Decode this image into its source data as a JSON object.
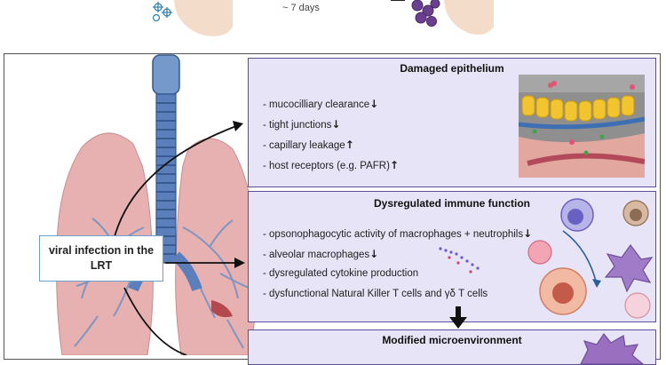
{
  "top": {
    "duration_label": "~ 7 days"
  },
  "center_label": "viral infection in the LRT",
  "panels": {
    "damaged_epithelium": {
      "title": "Damaged epithelium",
      "items": [
        {
          "text": "- mucocilliary clearance",
          "arrow": "↓"
        },
        {
          "text": "- tight junctions",
          "arrow": "↓"
        },
        {
          "text": "- capillary leakage",
          "arrow": "↑"
        },
        {
          "text": "- host receptors (e.g. PAFR)",
          "arrow": "↑"
        }
      ]
    },
    "dysregulated_immune": {
      "title": "Dysregulated immune function",
      "items": [
        {
          "text": "- opsonophagocytic activity of macrophages + neutrophils",
          "arrow": "↓"
        },
        {
          "text": "- alveolar macrophages",
          "arrow": "↓"
        },
        {
          "text": "- dysregulated cytokine production",
          "arrow": ""
        },
        {
          "text": "- dysfunctional Natural Killer T cells and γδ T cells",
          "arrow": ""
        }
      ]
    },
    "modified_microenvironment": {
      "title": "Modified microenvironment"
    }
  },
  "colors": {
    "panel_fill": "#e6e4f6",
    "panel_border": "#5b4e9a",
    "lung": "#e7b1b1",
    "trachea": "#4f78b4",
    "label_border": "#6aa0c8"
  }
}
